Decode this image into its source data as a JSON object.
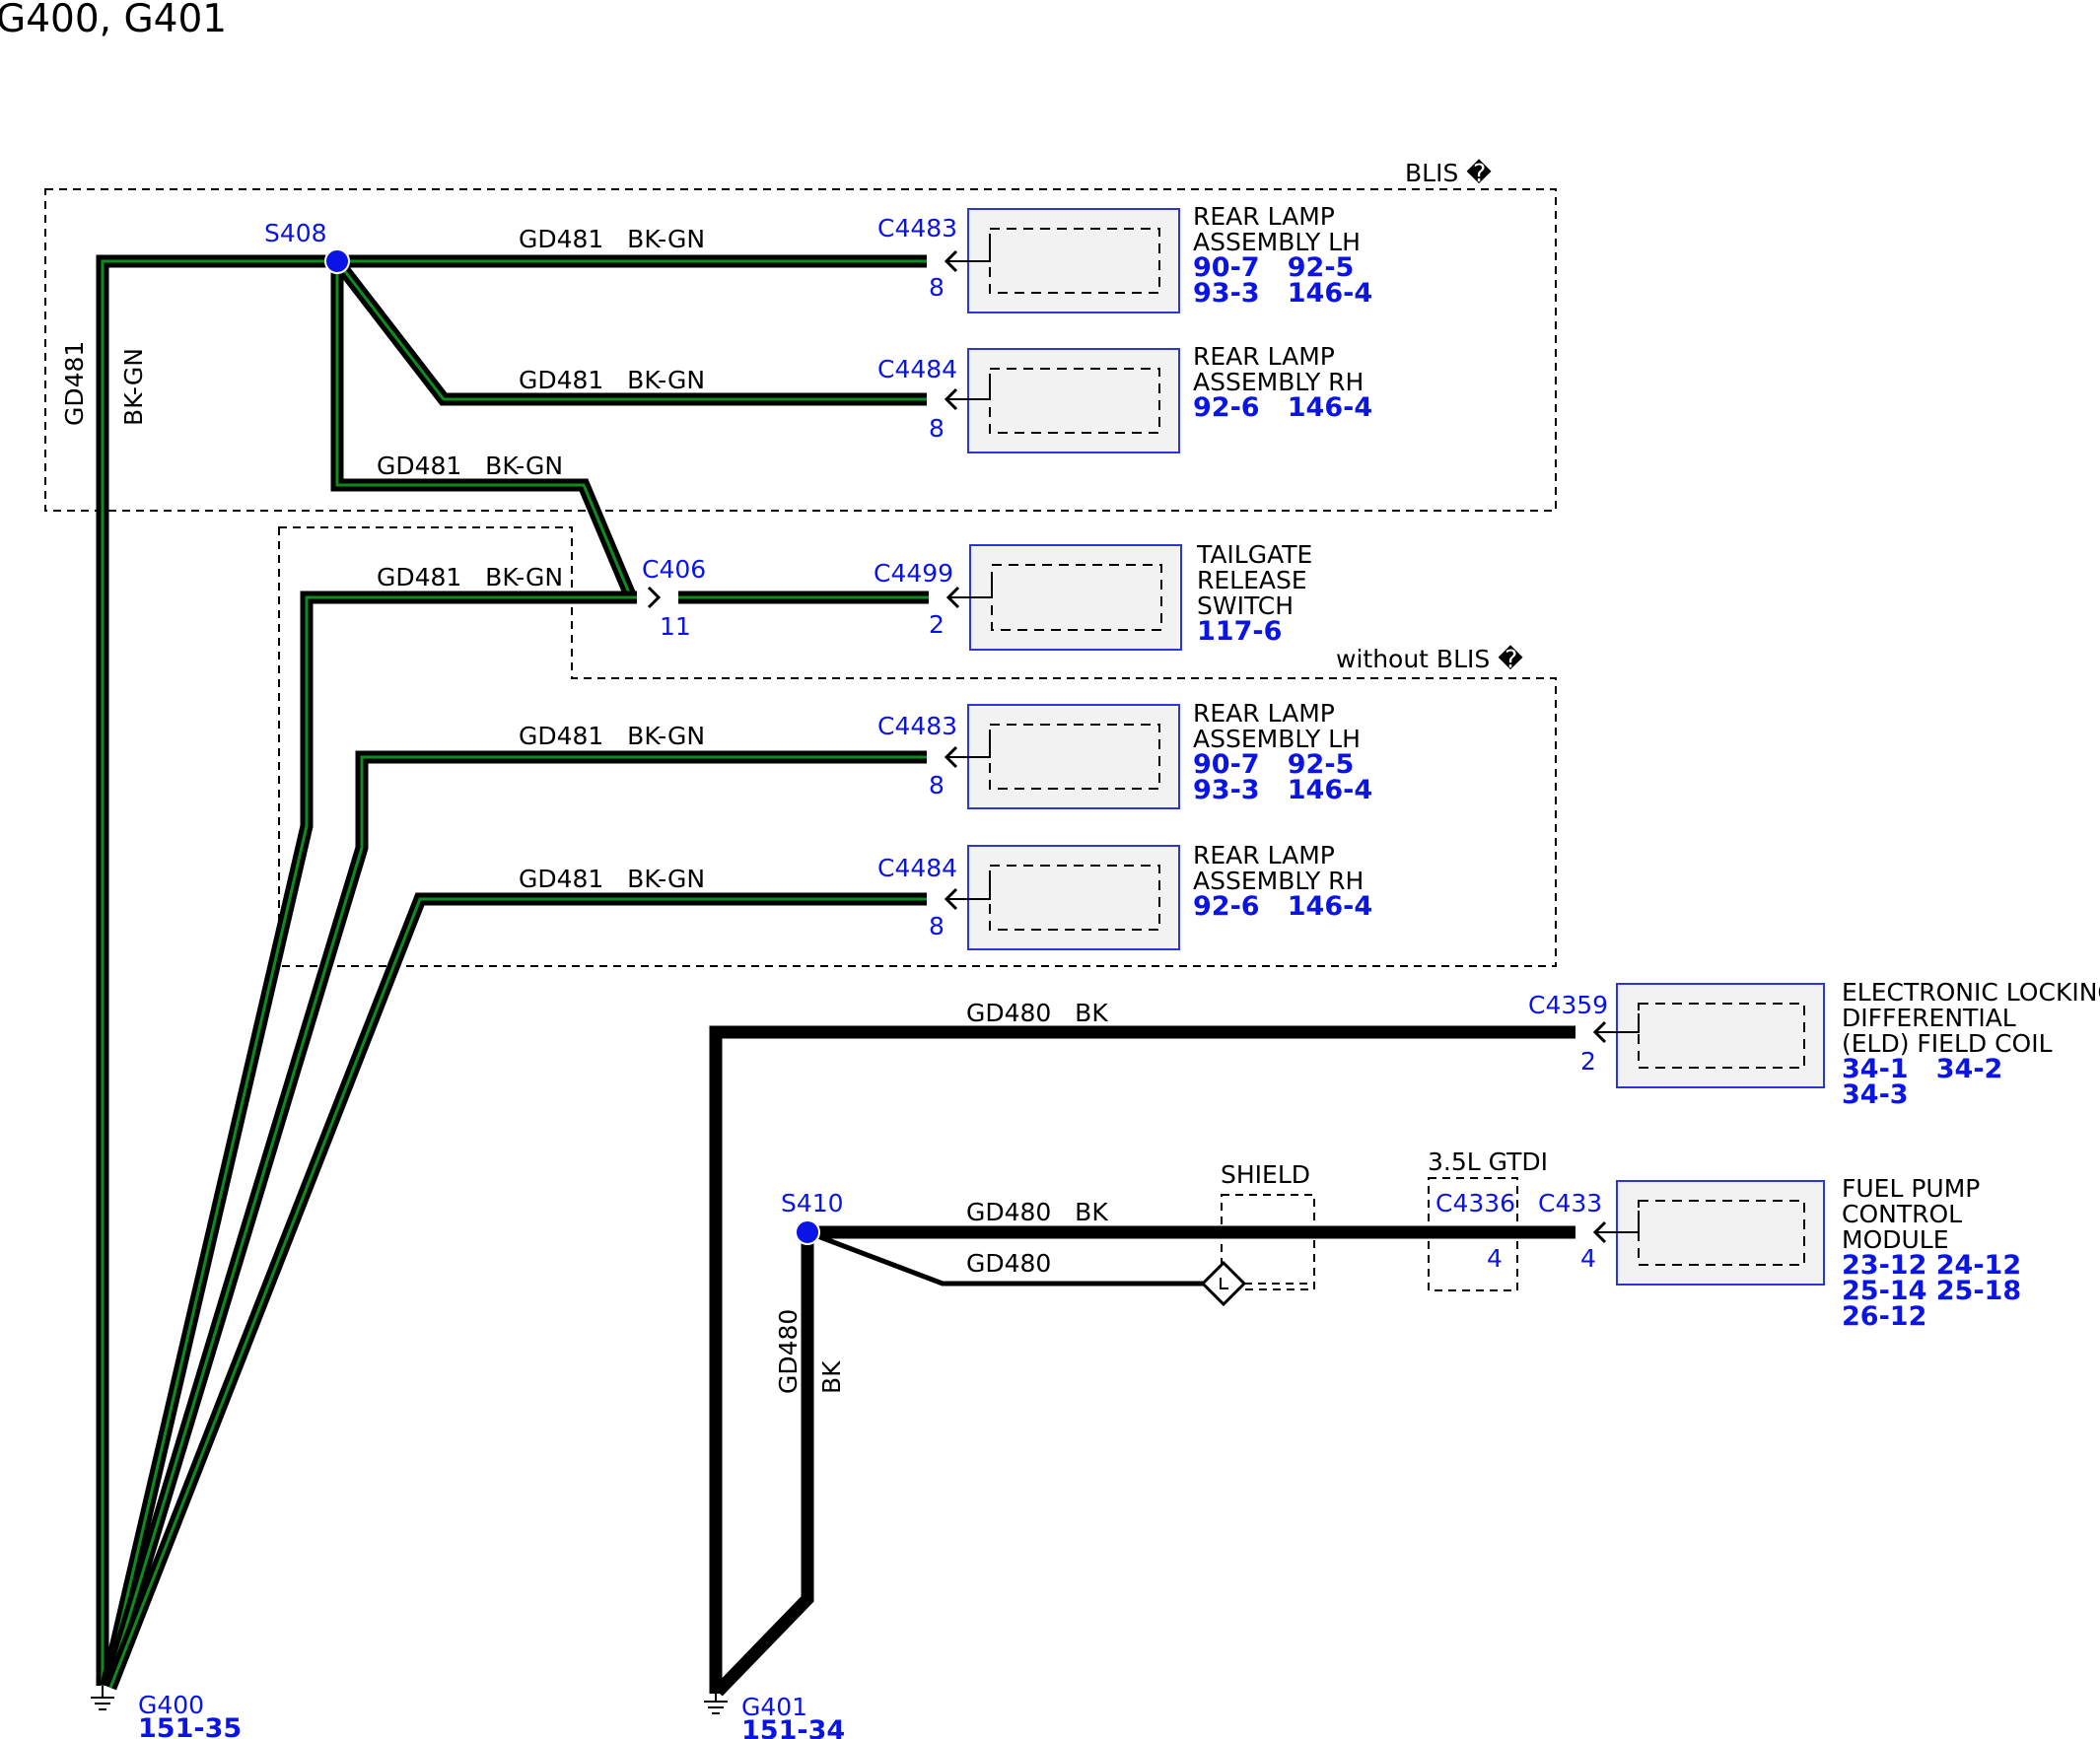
{
  "title": "G400, G401",
  "regions": {
    "blis": "BLIS �",
    "without_blis": "without BLIS �",
    "shield": "SHIELD",
    "gtdi": "3.5L GTDI"
  },
  "splices": {
    "s408": "S408",
    "s410": "S410"
  },
  "wires": {
    "gd481_vertical_circuit": "GD481",
    "gd481_vertical_color": "BK-GN",
    "gd481_label": "GD481   BK-GN",
    "gd480_label": "GD480   BK",
    "gd480_drain": "GD480",
    "gd480_vertical_circuit": "GD480",
    "gd480_vertical_color": "BK"
  },
  "inline_connector": {
    "c406": "C406",
    "c406_pin": "11",
    "c4336": "C4336",
    "c4336_pin": "4"
  },
  "components": [
    {
      "connector": "C4483",
      "pin": "8",
      "name_lines": [
        "REAR LAMP",
        "ASSEMBLY LH"
      ],
      "ref_lines": [
        "90-7   92-5",
        "93-3   146-4"
      ]
    },
    {
      "connector": "C4484",
      "pin": "8",
      "name_lines": [
        "REAR LAMP",
        "ASSEMBLY RH"
      ],
      "ref_lines": [
        "92-6   146-4"
      ]
    },
    {
      "connector": "C4499",
      "pin": "2",
      "name_lines": [
        "TAILGATE",
        "RELEASE",
        "SWITCH"
      ],
      "ref_lines": [
        "117-6"
      ]
    },
    {
      "connector": "C4483",
      "pin": "8",
      "name_lines": [
        "REAR LAMP",
        "ASSEMBLY LH"
      ],
      "ref_lines": [
        "90-7   92-5",
        "93-3   146-4"
      ]
    },
    {
      "connector": "C4484",
      "pin": "8",
      "name_lines": [
        "REAR LAMP",
        "ASSEMBLY RH"
      ],
      "ref_lines": [
        "92-6   146-4"
      ]
    },
    {
      "connector": "C4359",
      "pin": "2",
      "name_lines": [
        "ELECTRONIC LOCKING",
        "DIFFERENTIAL",
        "(ELD) FIELD COIL"
      ],
      "ref_lines": [
        "34-1   34-2",
        "34-3"
      ]
    },
    {
      "connector": "C433",
      "pin": "4",
      "name_lines": [
        "FUEL PUMP",
        "CONTROL",
        "MODULE"
      ],
      "ref_lines": [
        "23-12 24-12",
        "25-14 25-18",
        "26-12"
      ]
    }
  ],
  "grounds": [
    {
      "name": "G400",
      "ref": "151-35"
    },
    {
      "name": "G401",
      "ref": "151-34"
    }
  ],
  "colors": {
    "connector_blue": "#0a14e6",
    "wire_black": "#000000",
    "wire_green_tracer": "#0f8a1e",
    "box_fill": "#f2f2f2"
  }
}
